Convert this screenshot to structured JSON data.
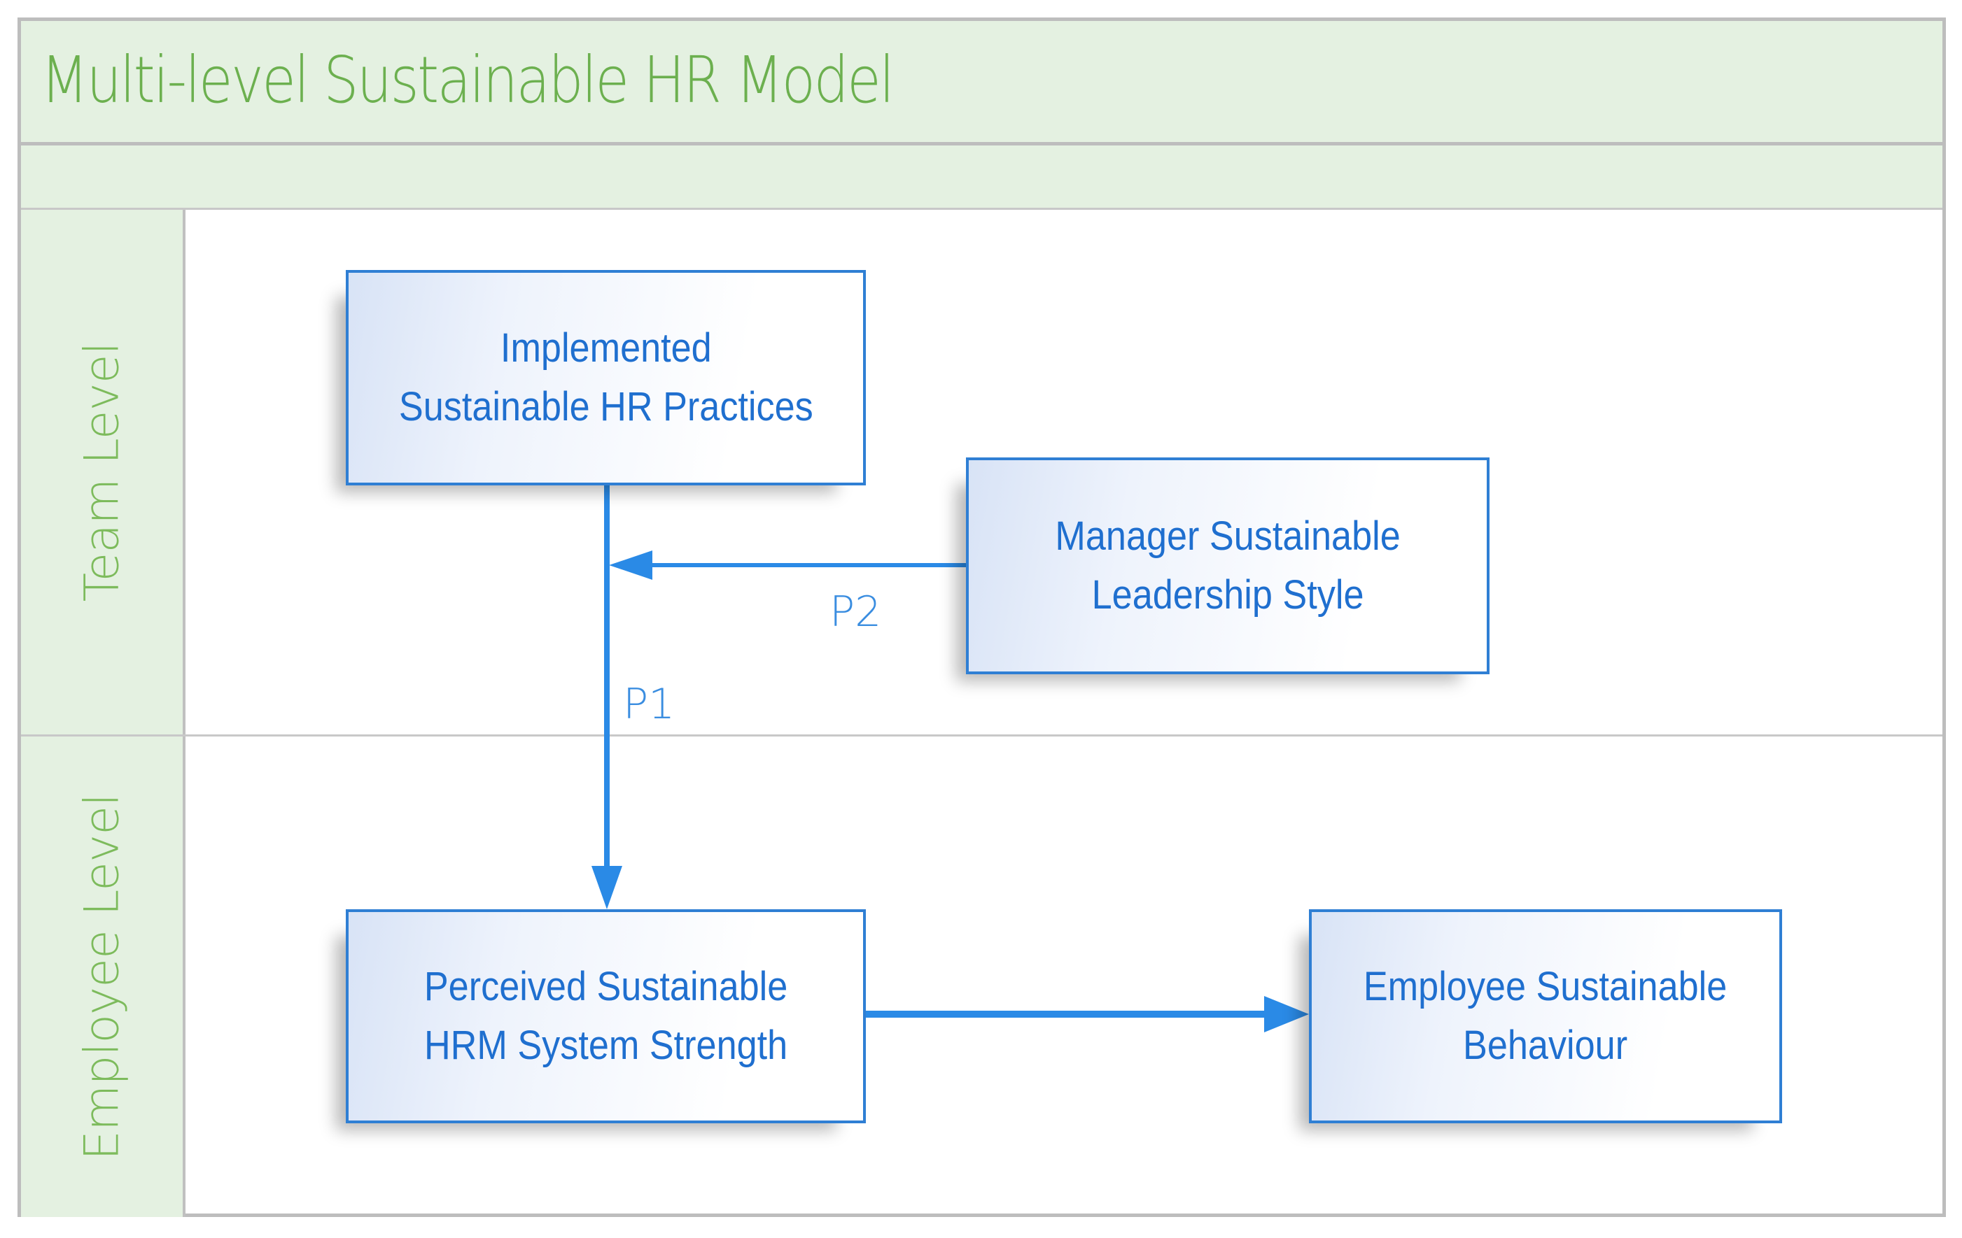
{
  "diagram": {
    "title": "Multi-level Sustainable HR Model",
    "lanes": [
      {
        "label": "Team Level"
      },
      {
        "label": "Employee Level"
      }
    ],
    "nodes": [
      {
        "id": "implemented",
        "text": "Implemented\nSustainable HR Practices",
        "lane": "Team Level"
      },
      {
        "id": "manager",
        "text": "Manager Sustainable\nLeadership Style",
        "lane": "Team Level"
      },
      {
        "id": "perceived",
        "text": "Perceived Sustainable\nHRM System Strength",
        "lane": "Employee Level"
      },
      {
        "id": "behaviour",
        "text": "Employee Sustainable\nBehaviour",
        "lane": "Employee Level"
      }
    ],
    "edges": [
      {
        "from": "implemented",
        "to": "perceived",
        "label": "P1"
      },
      {
        "from": "manager",
        "to": "implemented-perceived-link",
        "label": "P2"
      },
      {
        "from": "perceived",
        "to": "behaviour",
        "label": ""
      }
    ],
    "labels": {
      "p1": "P1",
      "p2": "P2"
    },
    "colors": {
      "title_green": "#6cb04f",
      "band_green": "#e4f1e1",
      "frame_gray": "#bdbdbd",
      "node_border": "#2f7fd4",
      "node_text": "#1f6fcf",
      "arrow_blue": "#2a8ae6"
    }
  }
}
